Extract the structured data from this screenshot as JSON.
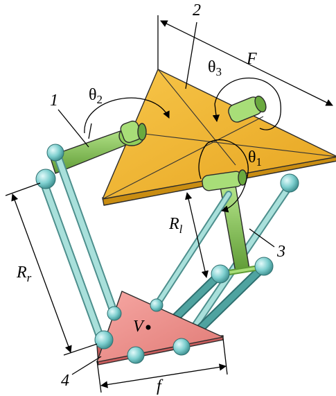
{
  "labels": {
    "part1": "1",
    "part2": "2",
    "part3": "3",
    "part4": "4",
    "big_F": "F",
    "small_f": "f",
    "theta_sym": "θ",
    "theta1_sub": "1",
    "theta2_sub": "2",
    "theta3_sub": "3",
    "R_sym": "R",
    "Rl_sub": "l",
    "Rr_sub": "r",
    "point_V": "V"
  },
  "colors": {
    "base_platform": "#f2b530",
    "base_platform_edge": "#c98d12",
    "active_arm": "#8fce5a",
    "active_arm_dark": "#5f9b35",
    "passive_rod": "#9fd8d3",
    "passive_rod_dark": "#4d8f8d",
    "joint_sphere": "#7ecfcf",
    "moving_platform": "#ef8b86",
    "moving_platform_dark": "#c85c5c"
  }
}
